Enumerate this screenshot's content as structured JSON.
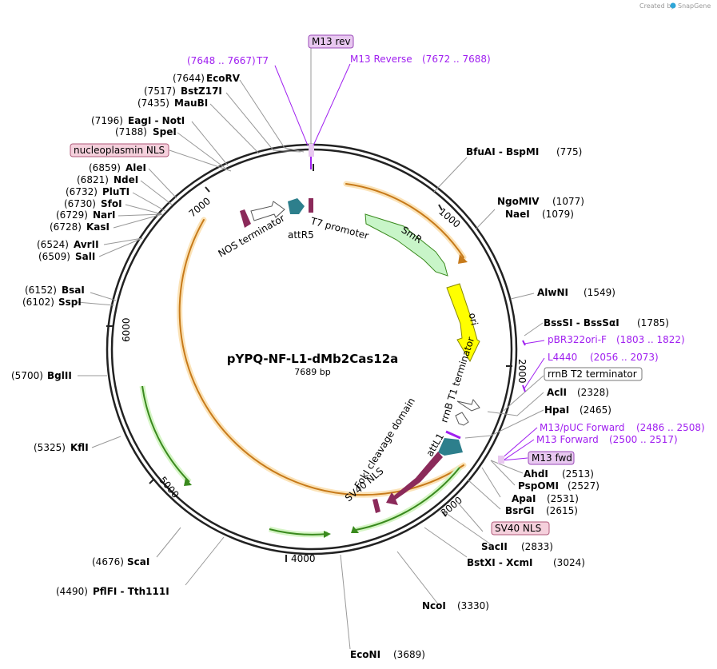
{
  "plasmid": {
    "name": "pYPQ-NF-L1-dMb2Cas12a",
    "length_label": "7689 bp",
    "total_bp": 7689
  },
  "credit": {
    "created_by": "Created by",
    "brand": "SnapGene"
  },
  "colors": {
    "backbone": "#222222",
    "orange": "#e8a84c",
    "green": "#3a8a1e",
    "purple": "#a020f0",
    "maroon": "#8b2a5a",
    "teal": "#2d7f8c",
    "smr": "#b8f0b8",
    "ori": "#ffff00"
  },
  "ticks": [
    {
      "bp": 1000,
      "label": "1000"
    },
    {
      "bp": 2000,
      "label": "2000"
    },
    {
      "bp": 3000,
      "label": "3000"
    },
    {
      "bp": 4000,
      "label": "4000"
    },
    {
      "bp": 5000,
      "label": "5000"
    },
    {
      "bp": 6000,
      "label": "6000"
    },
    {
      "bp": 7000,
      "label": "7000"
    }
  ],
  "sites": [
    {
      "name": "BfuAI - BspMI",
      "pos": "(775)",
      "bp": 775
    },
    {
      "name": "NgoMIV",
      "pos": "(1077)",
      "bp": 1077
    },
    {
      "name": "NaeI",
      "pos": "(1079)",
      "bp": 1079
    },
    {
      "name": "AlwNI",
      "pos": "(1549)",
      "bp": 1549
    },
    {
      "name": "BssSI - BssSαI",
      "pos": "(1785)",
      "bp": 1785
    },
    {
      "name": "AclI",
      "pos": "(2328)",
      "bp": 2328
    },
    {
      "name": "HpaI",
      "pos": "(2465)",
      "bp": 2465
    },
    {
      "name": "AhdI",
      "pos": "(2513)",
      "bp": 2513
    },
    {
      "name": "PspOMI",
      "pos": "(2527)",
      "bp": 2527
    },
    {
      "name": "ApaI",
      "pos": "(2531)",
      "bp": 2531
    },
    {
      "name": "BsrGI",
      "pos": "(2615)",
      "bp": 2615
    },
    {
      "name": "SacII",
      "pos": "(2833)",
      "bp": 2833
    },
    {
      "name": "BstXI - XcmI",
      "pos": "(3024)",
      "bp": 3024
    },
    {
      "name": "NcoI",
      "pos": "(3330)",
      "bp": 3330
    },
    {
      "name": "EcoNI",
      "pos": "(3689)",
      "bp": 3689
    },
    {
      "name": "PflFI - Tth111I",
      "pos": "(4490)",
      "bp": 4490
    },
    {
      "name": "ScaI",
      "pos": "(4676)",
      "bp": 4676
    },
    {
      "name": "KflI",
      "pos": "(5325)",
      "bp": 5325
    },
    {
      "name": "BglII",
      "pos": "(5700)",
      "bp": 5700
    },
    {
      "name": "SspI",
      "pos": "(6102)",
      "bp": 6102
    },
    {
      "name": "BsaI",
      "pos": "(6152)",
      "bp": 6152
    },
    {
      "name": "SalI",
      "pos": "(6509)",
      "bp": 6509
    },
    {
      "name": "AvrII",
      "pos": "(6524)",
      "bp": 6524
    },
    {
      "name": "KasI",
      "pos": "(6728)",
      "bp": 6728
    },
    {
      "name": "NarI",
      "pos": "(6729)",
      "bp": 6729
    },
    {
      "name": "SfoI",
      "pos": "(6730)",
      "bp": 6730
    },
    {
      "name": "PluTI",
      "pos": "(6732)",
      "bp": 6732
    },
    {
      "name": "NdeI",
      "pos": "(6821)",
      "bp": 6821
    },
    {
      "name": "AleI",
      "pos": "(6859)",
      "bp": 6859
    },
    {
      "name": "SpeI",
      "pos": "(7188)",
      "bp": 7188
    },
    {
      "name": "EagI - NotI",
      "pos": "(7196)",
      "bp": 7196
    },
    {
      "name": "MauBI",
      "pos": "(7435)",
      "bp": 7435
    },
    {
      "name": "BstZ17I",
      "pos": "(7517)",
      "bp": 7517
    },
    {
      "name": "EcoRV",
      "pos": "(7644)",
      "bp": 7644
    }
  ],
  "primers": [
    {
      "name": "T7",
      "pos": "(7648 .. 7667)"
    },
    {
      "name": "M13 Reverse",
      "pos": "(7672 .. 7688)"
    },
    {
      "name": "pBR322ori-F",
      "pos": "(1803 .. 1822)"
    },
    {
      "name": "L4440",
      "pos": "(2056 .. 2073)"
    },
    {
      "name": "M13/pUC Forward",
      "pos": "(2486 .. 2508)"
    },
    {
      "name": "M13 Forward",
      "pos": "(2500 .. 2517)"
    }
  ],
  "boxed_features": {
    "m13_rev": "M13 rev",
    "nucleoplasmin_nls": "nucleoplasmin NLS",
    "rrnb_t2": "rrnB T2 terminator",
    "m13_fwd": "M13 fwd",
    "sv40_nls": "SV40 NLS"
  },
  "inner_features": {
    "nos_terminator": "NOS terminator",
    "attr5": "attR5",
    "t7_promoter": "T7 promoter",
    "smr": "SmR",
    "ori": "ori",
    "rrnb_t1": "rrnB T1 terminator",
    "attl1": "attL1",
    "foki": "FokI cleavage domain",
    "sv40_nls_inner": "SV40 NLS"
  }
}
